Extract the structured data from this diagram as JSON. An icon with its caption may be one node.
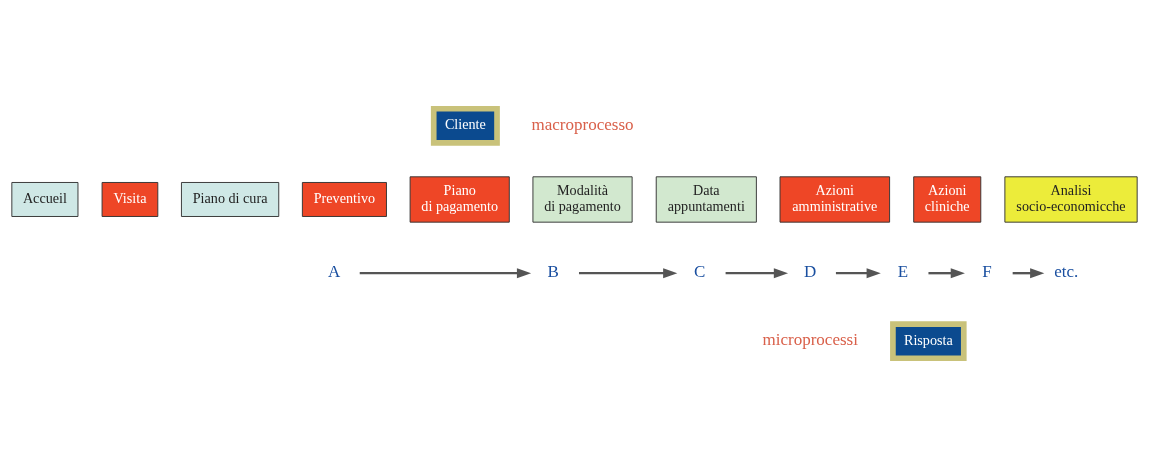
{
  "diagram": {
    "nodes": [
      {
        "text": [
          "Cliente"
        ]
      },
      {
        "text": [
          "Accueil"
        ]
      },
      {
        "text": [
          "Visita"
        ]
      },
      {
        "text": [
          "Piano di cura"
        ]
      },
      {
        "text": [
          "Preventivo"
        ]
      },
      {
        "text": [
          "Piano di pagamento"
        ]
      },
      {
        "text": [
          "Modalità di pagamento"
        ]
      },
      {
        "text": [
          "Data appuntamenti"
        ]
      },
      {
        "text": [
          "Azioni amministrative"
        ]
      },
      {
        "text": [
          "Azioni cliniche"
        ]
      },
      {
        "text": [
          "Analisi socio-economicche"
        ]
      },
      {
        "text": [
          "A"
        ]
      },
      {
        "text": [
          "B"
        ]
      },
      {
        "text": [
          "C"
        ]
      },
      {
        "text": [
          "D"
        ]
      },
      {
        "text": [
          "E"
        ]
      },
      {
        "text": [
          "F"
        ]
      },
      {
        "text": [
          "etc."
        ]
      },
      {
        "text": [
          "Risposta"
        ]
      }
    ],
    "edges": [
      {
        "from": 11,
        "to": 12,
        "arrow": "to"
      },
      {
        "from": 12,
        "to": 13,
        "arrow": "to"
      },
      {
        "from": 13,
        "to": 14,
        "arrow": "to"
      },
      {
        "from": 14,
        "to": 15,
        "arrow": "to"
      },
      {
        "from": 15,
        "to": 16,
        "arrow": "to"
      },
      {
        "from": 16,
        "to": 17,
        "arrow": "to"
      }
    ],
    "labels": [
      "macroprocesso",
      "microprocessi"
    ]
  }
}
